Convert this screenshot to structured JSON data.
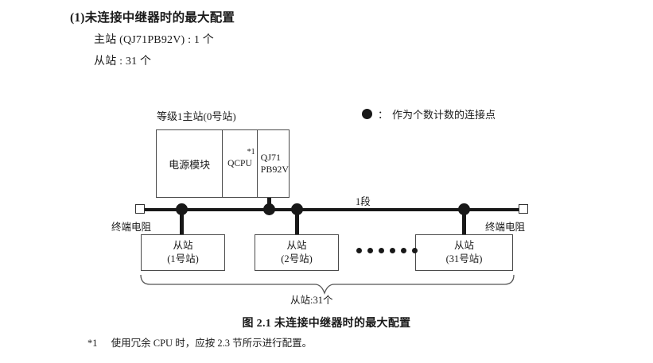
{
  "heading": {
    "number": "(1)",
    "text": "未连接中继器时的最大配置"
  },
  "spec": {
    "master": "主站 (QJ71PB92V) : 1 个",
    "slave": "从站 : 31 个"
  },
  "legend": {
    "marker_icon": "filled-circle-icon",
    "colon": "：",
    "text": "作为个数计数的连接点"
  },
  "diagram": {
    "master_caption": "等级1主站(0号站)",
    "rack": {
      "power_module": "电源模块",
      "cpu": "QCPU",
      "cpu_note": "*1",
      "network_line1": "QJ71",
      "network_line2": "PB92V"
    },
    "segment_label": "1段",
    "terminator_left": "终端电阻",
    "terminator_right": "终端电阻",
    "slaves": [
      {
        "title": "从站",
        "station": "(1号站)"
      },
      {
        "title": "从站",
        "station": "(2号站)"
      },
      {
        "title": "从站",
        "station": "(31号站)"
      }
    ],
    "ellipsis_dot_count": 6,
    "brace_label": "从站:31个"
  },
  "figure_caption": "图 2.1  未连接中继器时的最大配置",
  "footnote": {
    "mark": "*1",
    "text": "使用冗余 CPU 时，应按 2.3 节所示进行配置。"
  },
  "colors": {
    "ink": "#1a1a1a",
    "line": "#181818",
    "box_border": "#4a4a4a",
    "page_background": "#ffffff"
  }
}
